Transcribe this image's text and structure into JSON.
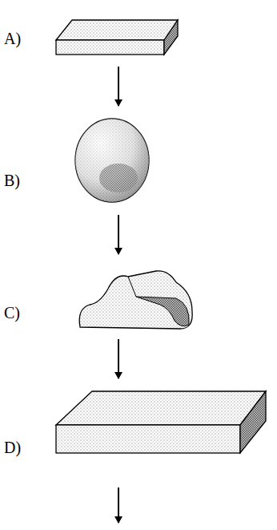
{
  "diagram": {
    "nodes": [
      {
        "text": [
          "A)"
        ]
      },
      {
        "text": [
          "B)"
        ]
      },
      {
        "text": [
          "C)"
        ]
      },
      {
        "text": [
          "D)"
        ]
      }
    ],
    "edges": [
      {
        "from": 0,
        "to": 1,
        "arrow": "to"
      },
      {
        "from": 1,
        "to": 2,
        "arrow": "to"
      },
      {
        "from": 2,
        "to": 3,
        "arrow": "to"
      }
    ]
  }
}
